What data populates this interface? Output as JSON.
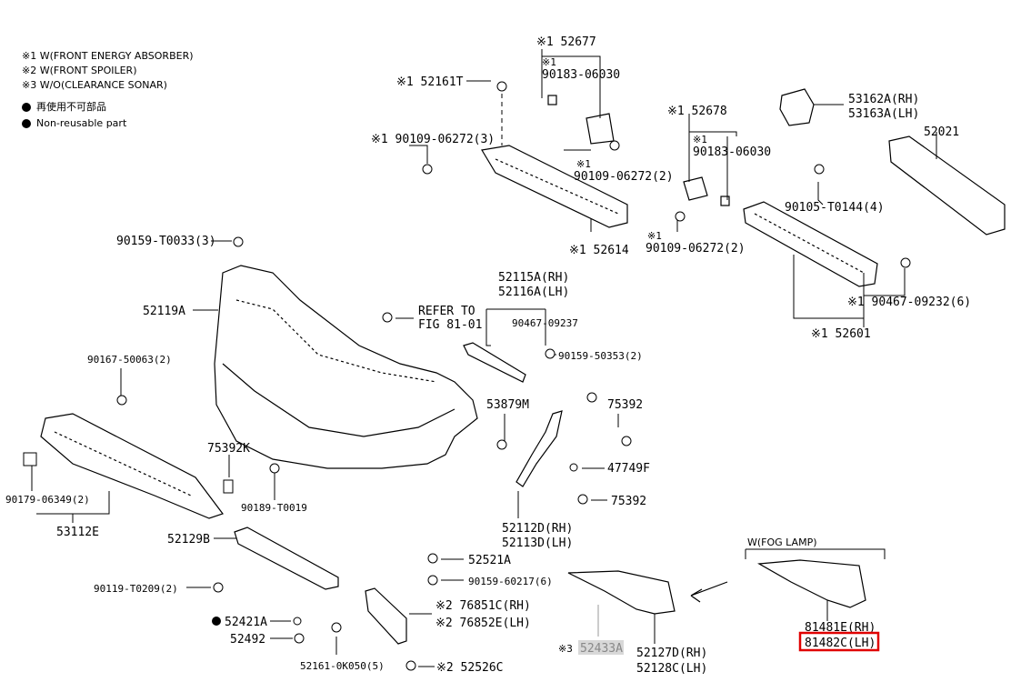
{
  "legend": {
    "line1": "※1 W(FRONT ENERGY ABSORBER)",
    "line2": "※2 W(FRONT SPOILER)",
    "line3": "※3 W/O(CLEARANCE SONAR)",
    "note_jp": "再使用不可部品",
    "note_en": "Non-reusable part"
  },
  "parts": {
    "p52677": "※1 52677",
    "p90183a_prefix": "※1",
    "p90183a": "90183-06030",
    "p52161T": "※1 52161T",
    "p90109_3": "※1 90109-06272(3)",
    "p90109_2a_prefix": "※1",
    "p90109_2a": "90109-06272(2)",
    "p52614": "※1 52614",
    "p52678": "※1 52678",
    "p90183b_prefix": "※1",
    "p90183b": "90183-06030",
    "p90109_2b_prefix": "※1",
    "p90109_2b": "90109-06272(2)",
    "p53162A": "53162A(RH)",
    "p53163A": "53163A(LH)",
    "p52021": "52021",
    "p90105": "90105-T0144(4)",
    "p90467_6": "※1 90467-09232(6)",
    "p52601": "※1 52601",
    "p90159_3": "90159-T0033(3)",
    "p52119A": "52119A",
    "refer1": "REFER TO",
    "refer2": "FIG 81-01",
    "p52115A": "52115A(RH)",
    "p52116A": "52116A(LH)",
    "p90467_09237": "90467-09237",
    "p90159_2": "90159-50353(2)",
    "p90167": "90167-50063(2)",
    "p53879M": "53879M",
    "p75392a": "75392",
    "p47749F": "47749F",
    "p75392b": "75392",
    "p75392K": "75392K",
    "p90179": "90179-06349(2)",
    "p90189": "90189-T0019",
    "p53112E": "53112E",
    "p52112D": "52112D(RH)",
    "p52113D": "52113D(LH)",
    "p52129B": "52129B",
    "p52521A": "52521A",
    "p90159_6": "90159-60217(6)",
    "p90119": "90119-T0209(2)",
    "p52421A": "52421A",
    "p52492": "52492",
    "p76851C": "※2 76851C(RH)",
    "p76852E": "※2 76852E(LH)",
    "p52161_5": "52161-0K050(5)",
    "p52526C": "※2 52526C",
    "fog_label": "W(FOG LAMP)",
    "p52433A_prefix": "※3",
    "p52433A": "52433A",
    "p52127D": "52127D(RH)",
    "p52128C": "52128C(LH)",
    "p81481E": "81481E(RH)",
    "p81482C": "81482C(LH)"
  },
  "colors": {
    "highlight": "#e00000",
    "line": "#000000",
    "faded": "#9a9a9a"
  }
}
